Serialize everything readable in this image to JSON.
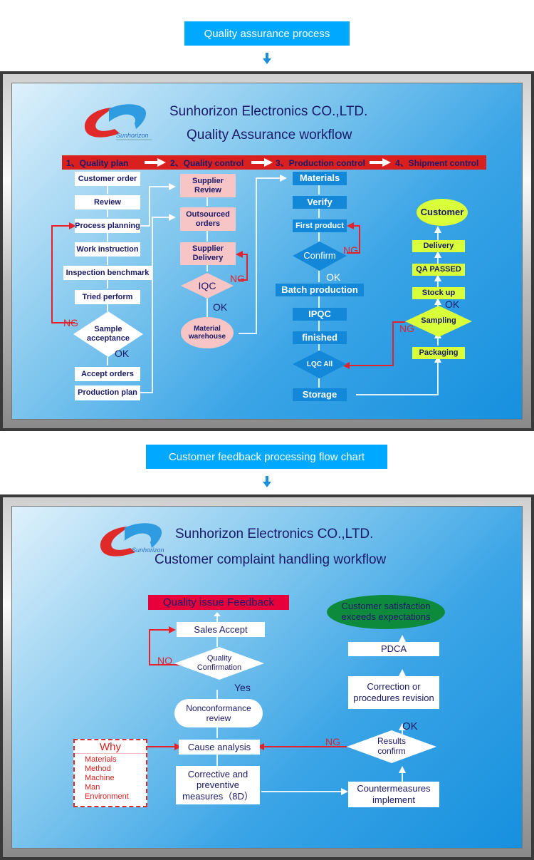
{
  "section1": {
    "header_label": "Quality assurance process",
    "company": "Sunhorizon Electronics CO.,LTD.",
    "title": "Quality Assurance workflow",
    "logo_text": "Sunhorizon",
    "stages": [
      "1、Quality plan",
      "2、Quality control",
      "3、Production control",
      "4、Shipment control"
    ],
    "plan_steps": [
      "Customer order",
      "Review",
      "Process planning",
      "Work instruction",
      "Inspection benchmark",
      "Tried perform",
      "Sample acceptance",
      "Accept orders",
      "Production plan"
    ],
    "control_steps": [
      "Supplier Review",
      "Outsourced orders",
      "Supplier Delivery",
      "IQC",
      "Material warehouse"
    ],
    "production_steps": [
      "Materials",
      "Verify",
      "First product",
      "Confirm",
      "Batch production",
      "IPQC",
      "finished",
      "LQC All",
      "Storage"
    ],
    "shipment_steps": [
      "Customer",
      "Delivery",
      "QA PASSED",
      "Stock up",
      "Sampling",
      "Packaging"
    ],
    "labels": {
      "ng": "NG",
      "ok": "OK"
    }
  },
  "section2": {
    "header_label": "Customer feedback processing flow chart",
    "company": "Sunhorizon Electronics CO.,LTD.",
    "title": "Customer complaint handling workflow",
    "logo_text": "Sunhorizon",
    "feedback": "Quality issue Feedback",
    "sales_accept": "Sales  Accept",
    "quality_confirmation": "Quality Confirmation",
    "nonconformance": "Nonconformance review",
    "cause_analysis": "Cause analysis",
    "corrective": "Corrective and preventive measures（8D）",
    "countermeasures": "Countermeasures implement",
    "results_confirm": "Results confirm",
    "correction": "Correction or procedures revision",
    "pdca": "PDCA",
    "satisfaction": "Customer satisfaction exceeds expectations",
    "why_title": "Why",
    "why_items": [
      "Materials",
      "Method",
      "Machine",
      "Man",
      "Environment"
    ],
    "labels": {
      "no": "NO",
      "yes": "Yes",
      "ng": "NG",
      "ok": "OK"
    }
  },
  "colors": {
    "accent": "#00a8ff",
    "stage_bar": "#d9201f",
    "ng": "#e8202a",
    "text_dark": "#1a1a6a"
  }
}
